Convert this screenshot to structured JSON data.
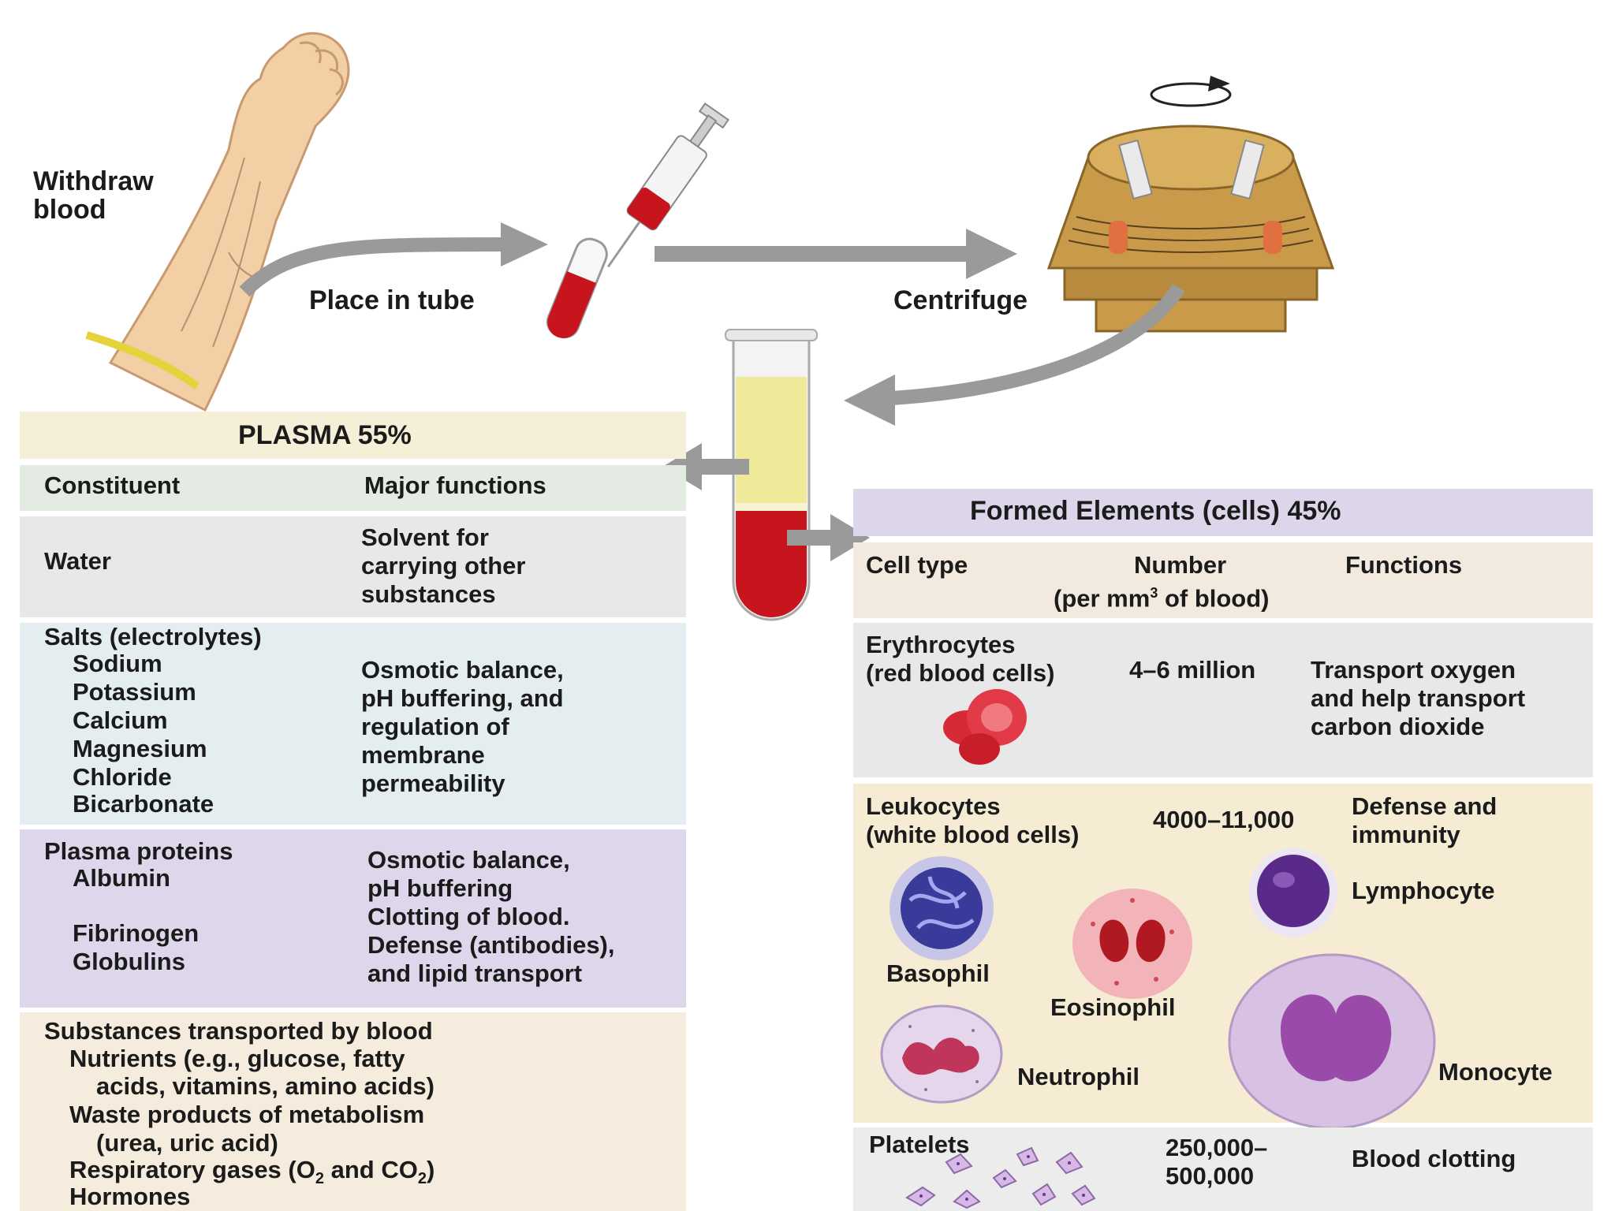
{
  "steps": {
    "withdraw": "Withdraw\nblood",
    "place": "Place in tube",
    "centrifuge": "Centrifuge"
  },
  "plasma": {
    "title": "PLASMA 55%",
    "col_constituent": "Constituent",
    "col_functions": "Major functions",
    "water": {
      "name": "Water",
      "functions": "Solvent for\ncarrying other\nsubstances"
    },
    "salts": {
      "name": "Salts (electrolytes)",
      "items": [
        "Sodium",
        "Potassium",
        "Calcium",
        "Magnesium",
        "Chloride",
        "Bicarbonate"
      ],
      "functions": "Osmotic balance,\npH buffering, and\nregulation of\nmembrane\npermeability"
    },
    "proteins": {
      "name": "Plasma proteins",
      "albumin": "Albumin",
      "fibrinogen": "Fibrinogen",
      "globulins": "Globulins",
      "functions": "Osmotic balance,\npH buffering\nClotting of blood.\nDefense (antibodies),\nand lipid transport"
    },
    "transported": {
      "title": "Substances transported by blood",
      "nutrients": "Nutrients (e.g., glucose, fatty",
      "nutrients_cont": "acids, vitamins, amino acids)",
      "waste": "Waste products of metabolism",
      "waste_cont": "(urea, uric acid)",
      "gases_prefix": "Respiratory gases (O",
      "gases_sub1": "2",
      "gases_mid": " and CO",
      "gases_sub2": "2",
      "gases_suffix": ")",
      "hormones": "Hormones"
    }
  },
  "formed": {
    "title": "Formed Elements (cells) 45%",
    "col_cell_type": "Cell type",
    "col_number": "Number",
    "col_number_sub_pre": "(per mm",
    "col_number_sup": "3",
    "col_number_sub_post": " of blood)",
    "col_functions": "Functions",
    "erythrocytes": {
      "name": "Erythrocytes\n(red blood cells)",
      "number": "4–6 million",
      "functions": "Transport oxygen\nand help transport\ncarbon dioxide"
    },
    "leukocytes": {
      "name": "Leukocytes\n(white blood cells)",
      "number": "4000–11,000",
      "functions": "Defense and\nimmunity",
      "basophil": "Basophil",
      "eosinophil": "Eosinophil",
      "neutrophil": "Neutrophil",
      "lymphocyte": "Lymphocyte",
      "monocyte": "Monocyte"
    },
    "platelets": {
      "name": "Platelets",
      "number": "250,000–\n500,000",
      "functions": "Blood clotting"
    }
  },
  "colors": {
    "plasma_title": "#f6efd8",
    "header_green": "#e4ebe3",
    "water_gray": "#e8e8e8",
    "salts_blue": "#e4eef0",
    "proteins_purple": "#ded6ea",
    "transport_beige": "#f5ecde",
    "formed_title": "#ddd6ea",
    "formed_header": "#f2eadf",
    "erythro_gray": "#e8e8e8",
    "leuko_beige": "#f6ebd3",
    "platelet_gray": "#ececec",
    "arrow_gray": "#9a9a9a",
    "blood_red": "#c8141c",
    "plasma_yellow": "#eeea9a"
  }
}
